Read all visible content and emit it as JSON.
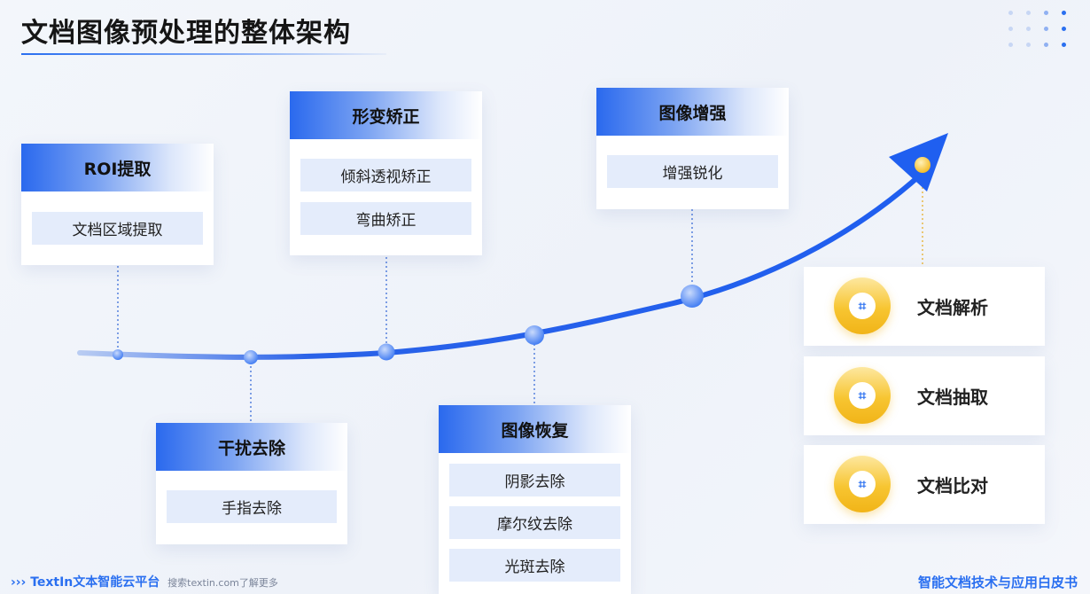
{
  "title": "文档图像预处理的整体架构",
  "stages": [
    {
      "name": "ROI提取",
      "items": [
        "文档区域提取"
      ]
    },
    {
      "name": "干扰去除",
      "items": [
        "手指去除"
      ]
    },
    {
      "name": "形变矫正",
      "items": [
        "倾斜透视矫正",
        "弯曲矫正"
      ]
    },
    {
      "name": "图像恢复",
      "items": [
        "阴影去除",
        "摩尔纹去除",
        "光斑去除"
      ]
    },
    {
      "name": "图像增强",
      "items": [
        "增强锐化"
      ]
    }
  ],
  "results": [
    {
      "label": "文档解析",
      "icon": "scan-icon"
    },
    {
      "label": "文档抽取",
      "icon": "scan-icon"
    },
    {
      "label": "文档比对",
      "icon": "scan-icon"
    }
  ],
  "footer": {
    "chevrons": "›››",
    "brand": "TextIn文本智能云平台",
    "hint": "搜索textin.com了解更多",
    "right": "智能文档技术与应用白皮书"
  },
  "colors": {
    "accent": "#2a6ff0",
    "gold": "#f5c02a"
  }
}
